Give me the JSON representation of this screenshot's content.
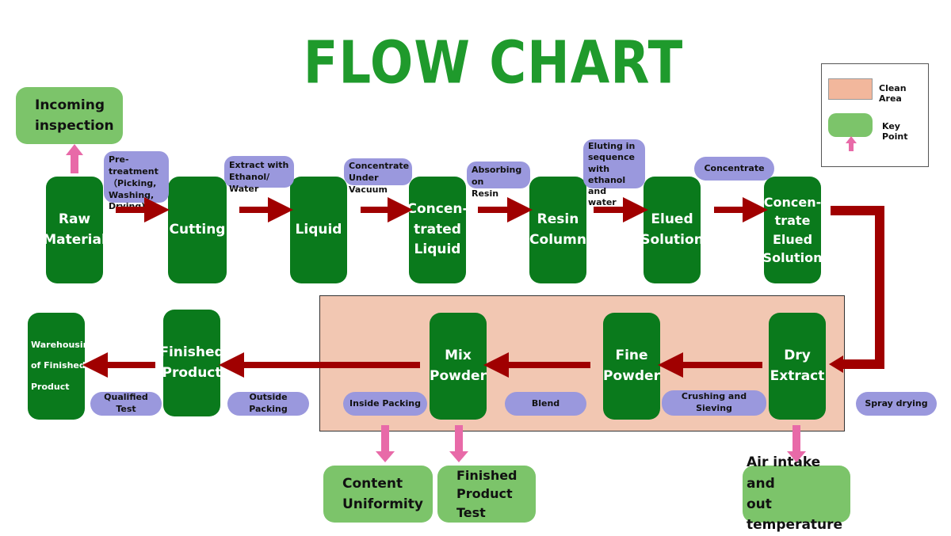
{
  "title": "FLOW CHART",
  "legend": {
    "clean_area": "Clean Area",
    "key_point": "Key Point"
  },
  "steps": {
    "raw_material": "Raw\nMaterial",
    "cutting": "Cutting",
    "liquid": "Liquid",
    "concentrated_liquid": "Concen-\ntrated\nLiquid",
    "resin_column": "Resin\nColumn",
    "elued_solution": "Elued\nSolution",
    "concentrate_elued_solution": "Concen-\ntrate\nElued\nSolution",
    "dry_extract": "Dry\nExtract",
    "fine_powder": "Fine\nPowder",
    "mix_powder": "Mix\nPowder",
    "finished_product": "Finished\nProduct",
    "warehousing": "Warehousing\nof Finished\nProduct"
  },
  "process_labels": {
    "pretreatment": "Pre-treatment\n（Picking,\nWashing,\nDrying)",
    "extract": "Extract with\nEthanol/ Water",
    "concentrate_vacuum": "Concentrate\nUnder Vacuum",
    "absorbing": "Absorbing on\nResin",
    "eluting": "Eluting in\nsequence with\nethanol and\nwater",
    "concentrate": "Concentrate",
    "spray_drying": "Spray drying",
    "crushing": "Crushing and Sieving",
    "blend": "Blend",
    "inside_packing": "Inside Packing",
    "outside_packing": "Outside Packing",
    "qualified_test": "Qualified Test"
  },
  "key_points": {
    "incoming_inspection": "Incoming\ninspection",
    "content_uniformity": "Content\nUniformity",
    "finished_product_test": "Finished\nProduct\nTest",
    "air_intake": "Air intake and\nout temperature"
  },
  "colors": {
    "title": "#1f9a2c",
    "step": "#0a7a1c",
    "key_point": "#7cc46a",
    "label": "#9a98dd",
    "clean_area": "#f2c7b2",
    "arrow": "#a00000",
    "key_arrow": "#e86aa8"
  }
}
